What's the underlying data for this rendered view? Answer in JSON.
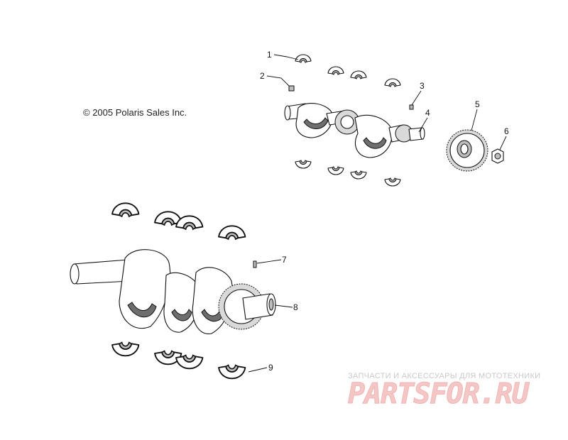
{
  "copyright": "© 2005 Polaris Sales Inc.",
  "callouts": [
    "1",
    "2",
    "3",
    "4",
    "5",
    "6",
    "7",
    "8",
    "9"
  ],
  "watermark": {
    "tagline": "ЗАПЧАСТИ И АКСЕССУАРЫ ДЛЯ МОТОТЕХНИКИ",
    "logo": "PARTSFOR.RU"
  }
}
